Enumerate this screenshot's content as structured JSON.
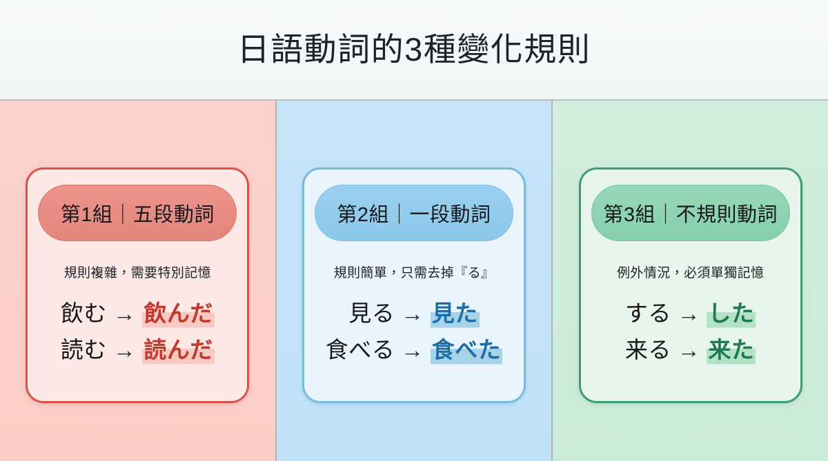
{
  "header": {
    "title": "日語動詞的3種變化規則"
  },
  "colors": {
    "page_background": "#f4f7f8",
    "divider": "#aeb4bb",
    "title_text": "#1f2328",
    "panel_pink": "#fbcfc9",
    "panel_blue": "#c3e3f7",
    "panel_green": "#ceecd9",
    "card_pink_bg": "#fce9e6",
    "card_pink_border": "#d9534a",
    "card_blue_bg": "#e9f4fd",
    "card_blue_border": "#77bade",
    "card_green_bg": "#e7f5ed",
    "card_green_border": "#3d9c70",
    "pill_pink": "#e8897f",
    "pill_blue": "#92cbed",
    "pill_green": "#8ed3b0",
    "result_pink_text": "#c0392b",
    "result_pink_highlight": "#f7c9c3",
    "result_blue_text": "#1d6ea6",
    "result_blue_highlight": "#a6d2ea",
    "result_green_text": "#1e7a51",
    "result_green_highlight": "#b4e2c7"
  },
  "groups": [
    {
      "theme": "pink",
      "pill_label": "第1組｜五段動詞",
      "group_number": "第1組",
      "group_name": "五段動詞",
      "description": "規則複雜，需要特別記憶",
      "examples": [
        {
          "base": "飲む",
          "arrow": "→",
          "result": "飲んだ"
        },
        {
          "base": "読む",
          "arrow": "→",
          "result": "読んだ"
        }
      ]
    },
    {
      "theme": "blue",
      "pill_label": "第2組｜一段動詞",
      "group_number": "第2組",
      "group_name": "一段動詞",
      "description": "規則簡單，只需去掉『る』",
      "examples": [
        {
          "base": "見る",
          "arrow": "→",
          "result": "見た"
        },
        {
          "base": "食べる",
          "arrow": "→",
          "result": "食べた"
        }
      ]
    },
    {
      "theme": "green",
      "pill_label": "第3組｜不規則動詞",
      "group_number": "第3組",
      "group_name": "不規則動詞",
      "description": "例外情況，必須單獨記憶",
      "examples": [
        {
          "base": "する",
          "arrow": "→",
          "result": "した"
        },
        {
          "base": "来る",
          "arrow": "→",
          "result": "来た"
        }
      ]
    }
  ]
}
